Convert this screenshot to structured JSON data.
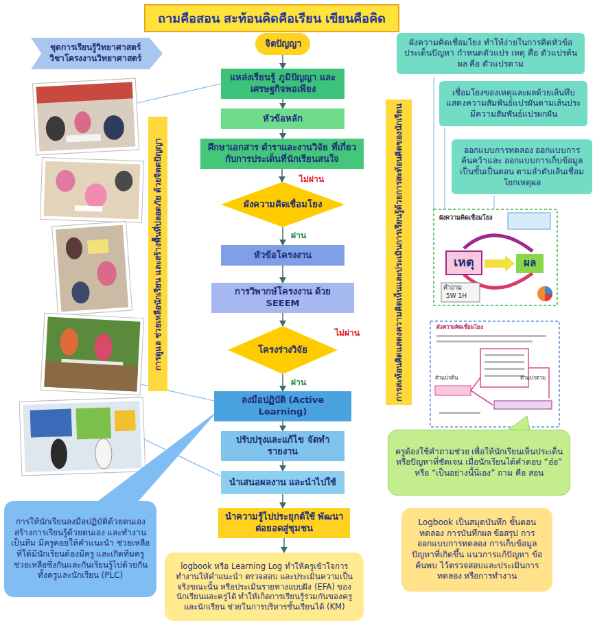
{
  "diagram": {
    "title": "ถามคือสอน สะท้อนคิดคือเรียน เขียนคือคิด",
    "nodes": [
      {
        "text": [
          "จิตปัญญา"
        ]
      },
      {
        "text": [
          "ชุดการเรียนรู้วิทยาศาสตร์ วิชาโครงงานวิทยาศาสตร์"
        ]
      },
      {
        "text": [
          "ผังความคิดเชื่อมโยง ทำให้ง่ายในการคิดหัวข้อ ประเด็นปัญหา กำหนดตัวแปร เหตุ คือ ตัวแปรต้น ผล คือ ตัวแปรตาม"
        ]
      },
      {
        "text": [
          "แหล่งเรียนรู้ ภูมิปัญญา และเศรษฐกิจพอเพียง"
        ]
      },
      {
        "text": [
          "เชื่อมโยงของเหตุและผลด้วยเส้นทึบ แสดงความสัมพันธ์แปรผันตามเส้นประ มีความสัมพันธ์แปรผกผัน"
        ]
      },
      {
        "text": [
          "หัวข้อหลัก"
        ]
      },
      {
        "text": [
          "ศึกษาเอกสาร ตำราและงานวิจัย ที่เกี่ยวกับการประเด็นที่นักเรียนสนใจ"
        ]
      },
      {
        "text": [
          "ออกแบบการทดลอง ออกแบบการค้นคว้าและ ออกแบบการเก็บข้อมูลเป็นขั้นเป็นตอน ตามลำดับเส้นเชื่อมโยกเหตุผล"
        ]
      },
      {
        "text": [
          "ผังความคิดเชื่อมโยง"
        ]
      },
      {
        "text": [
          "การดูแล ช่วยเหลือนักเรียน และสร้างพื้นที่ปลอดภัย ด้วยจิตตปัญญา"
        ]
      },
      {
        "text": [
          "การสะท้อนคิดแสดงความคิดเห็นและประเมินการเรียนรู้ด้วยการสะท้อนคิดของนักเรียน"
        ]
      },
      {
        "text": [
          "หัวข้อโครงงาน"
        ]
      },
      {
        "text": [
          "การวิพากษ์โครงงาน ด้วย SEEEM"
        ]
      },
      {
        "text": [
          "โครงร่างวิจัย"
        ]
      },
      {
        "text": [
          "ลงมือปฏิบัติ (Active Learning)"
        ]
      },
      {
        "text": [
          "ปรับปรุงและแก้ไข จัดทำรายงาน"
        ]
      },
      {
        "text": [
          "ครูต้องใช้คำถามช่วย เพื่อให้นักเรียนเห็นประเด็น หรือปัญหาที่ชัดเจน เมื่อนักเรียนได้คำตอบ “อ๋อ” หรือ “เป็นอย่างนี้นี่เอง” ถาม คือ สอน"
        ]
      },
      {
        "text": [
          "นำเสนอผลงาน และนำไปใช้"
        ]
      },
      {
        "text": [
          "นำความรู้ไปประยุกต์ใช้ พัฒนาต่อยอดสู่ชุมชน"
        ]
      },
      {
        "text": [
          "การให้นักเรียนลงมือปฏิบัติด้วยตนเองสร้างการเรียนรู้ด้วยตนเอง และทำงานเป็นทีม มีครูคอยให้คำแนะนำ ช่วยเหลือที่ใด้มีนักเรียนต้องมีครู และเกิดทีมครูช่วยเหลือซึ่งกันและกันเรียนรู้ไปด้วยกัน ทั้งครูและนักเรียน (PLC)"
        ]
      },
      {
        "text": [
          "Logbook เป็นสมุดบันทึก ขั้นตอนทดลอง การบันทึกผล ข้อสรุป การออกแบบการทดลอง การเก็บข้อมูล ปัญหาที่เกิดขึ้น แนวการแก้ปัญหา ข้อค้นพบ ไว้ตรวจสอบและประเมินการทดลอง หรือการทำงาน"
        ]
      },
      {
        "text": [
          "logbook หรือ Learning Log ทำให้ครูเข้าใจการทำงานให้คำแนะนำ ตรวจสอบ และประเมินความเป็นจริงขณะนั้น หรือประเมินรายทางแบบฝัง (EFA) ของนักเรียนและครูได้ ทำให้เกิดการเรียนรู้ร่วมกันของครูและนักเรียน ช่วยในการบริหารชั้นเรียนได้ (KM)"
        ]
      }
    ],
    "edges": [
      {
        "from": 0,
        "to": 3,
        "arrow": "to"
      },
      {
        "from": 3,
        "to": 5,
        "arrow": "to"
      },
      {
        "from": 5,
        "to": 6,
        "arrow": "to"
      },
      {
        "from": 6,
        "to": 8,
        "arrow": "to"
      },
      {
        "from": 8,
        "to": 11,
        "label": "ผ่าน",
        "arrow": "to"
      },
      {
        "from": 11,
        "to": 12,
        "arrow": "to"
      },
      {
        "from": 12,
        "to": 13,
        "arrow": "to"
      },
      {
        "from": 13,
        "to": 14,
        "label": "ผ่าน",
        "arrow": "to"
      },
      {
        "from": 14,
        "to": 15,
        "arrow": "to"
      },
      {
        "from": 15,
        "to": 17,
        "arrow": "to"
      },
      {
        "from": 17,
        "to": 18,
        "arrow": "to"
      },
      {
        "from": 18,
        "to": 21,
        "arrow": "to"
      }
    ],
    "labels": [
      "ไม่ผ่าน",
      "ไม่ผ่าน",
      "ผังความคิดเชื่อมโยง",
      "เหตุ",
      "ผล",
      "คำถาม",
      "5W 1H",
      "ผังความคิดเชื่อมโยง",
      "ตัวแปรต้น",
      "ตัวแปรตาม"
    ]
  }
}
